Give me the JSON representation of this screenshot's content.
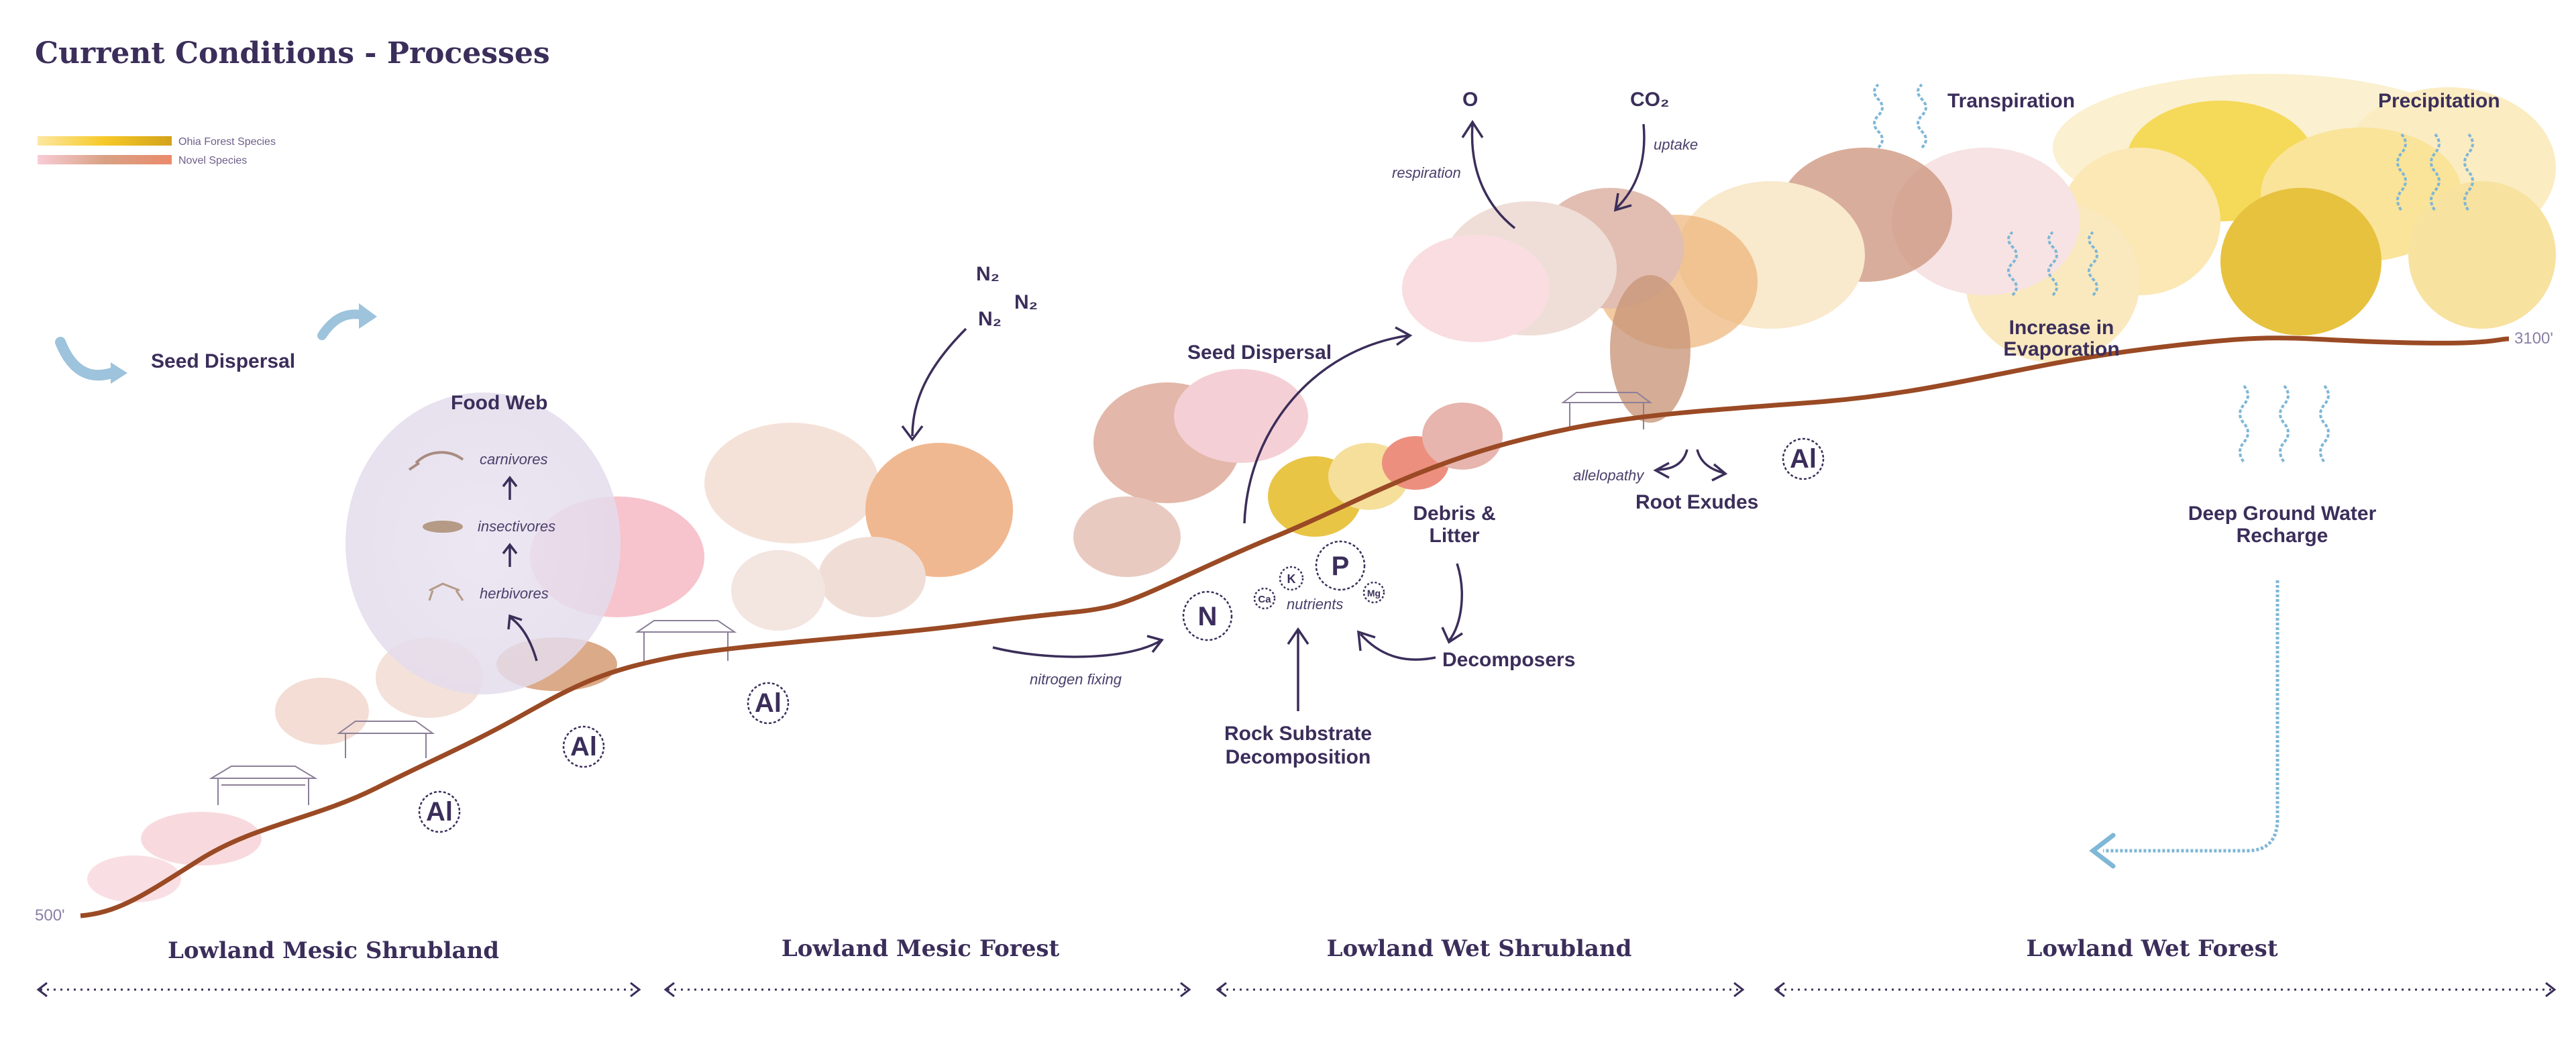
{
  "title": "Current Conditions - Processes",
  "legend": {
    "items": [
      {
        "label": "Ohia Forest Species",
        "colors": [
          "#fde38a",
          "#f8cf3a",
          "#e9b313",
          "#d8a10c"
        ]
      },
      {
        "label": "Novel Species",
        "colors": [
          "#f6c6d0",
          "#dba58c",
          "#d5855f",
          "#e89d7f"
        ]
      }
    ]
  },
  "elevation": {
    "low": "500'",
    "high": "3100'"
  },
  "labels": {
    "seed_dispersal_left": "Seed Dispersal",
    "food_web": "Food Web",
    "carnivores": "carnivores",
    "insectivores": "insectivores",
    "herbivores": "herbivores",
    "n2_a": "N₂",
    "n2_b": "N₂",
    "n2_c": "N₂",
    "nitrogen_fixing": "nitrogen fixing",
    "seed_dispersal_mid": "Seed Dispersal",
    "n": "N",
    "p": "P",
    "k": "K",
    "ca": "Ca",
    "mg": "Mg",
    "nutrients": "nutrients",
    "rock_line1": "Rock Substrate",
    "rock_line2": "Decomposition",
    "debris_line1": "Debris &",
    "debris_line2": "Litter",
    "decomposers": "Decomposers",
    "o": "O",
    "co2": "CO₂",
    "respiration": "respiration",
    "uptake": "uptake",
    "allelopathy": "allelopathy",
    "root_exudes": "Root Exudes",
    "transpiration": "Transpiration",
    "precipitation": "Precipitation",
    "evap_line1": "Increase in",
    "evap_line2": "Evaporation",
    "gw_line1": "Deep Ground Water",
    "gw_line2": "Recharge"
  },
  "aluminum": [
    "Al",
    "Al",
    "Al",
    "Al"
  ],
  "zones": [
    {
      "name": "Lowland Mesic Shrubland"
    },
    {
      "name": "Lowland Mesic Forest"
    },
    {
      "name": "Lowland Wet Shrubland"
    },
    {
      "name": "Lowland Wet Forest"
    }
  ],
  "colors": {
    "ground": "#9a4a24",
    "text": "#3b2e5a",
    "water": "#7fb7d6"
  }
}
